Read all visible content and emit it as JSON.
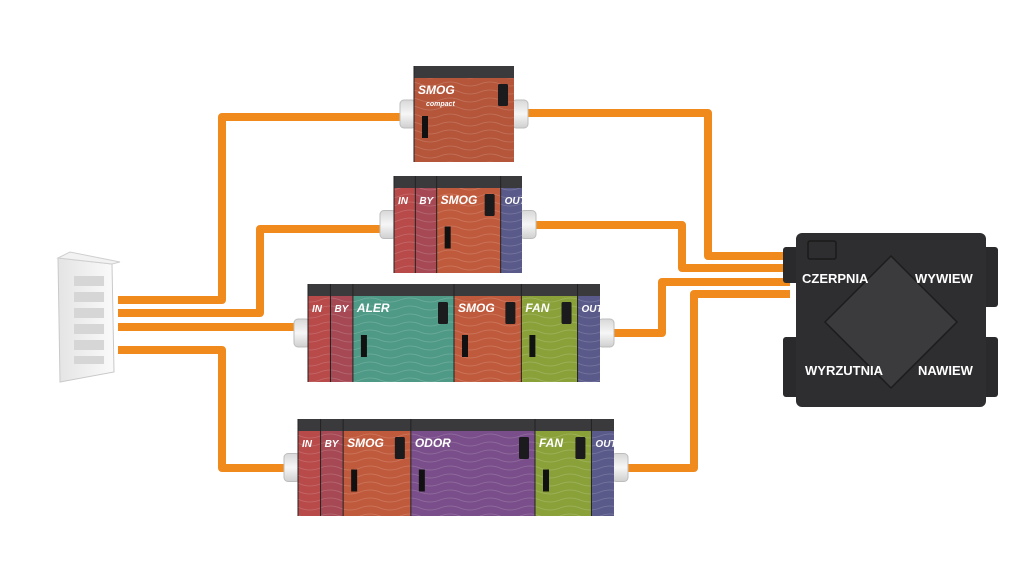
{
  "colors": {
    "duct": "#f08a1d",
    "unit_body": "#3a3a3d",
    "hru_body": "#2e2e30",
    "background": "#ffffff"
  },
  "hru": {
    "ports": {
      "czerpnia": "CZERPNIA",
      "wywiew": "WYWIEW",
      "wyrzutnia": "WYRZUTNIA",
      "nawiew": "NAWIEW"
    }
  },
  "units": [
    {
      "id": "unit-1",
      "modules": [
        {
          "label": "SMOG",
          "sub": "compact",
          "color": "#b5553a",
          "w": 3
        }
      ]
    },
    {
      "id": "unit-2",
      "modules": [
        {
          "label": "IN",
          "color": "#b84a4a",
          "w": 1
        },
        {
          "label": "BY",
          "color": "#a64955",
          "w": 1
        },
        {
          "label": "SMOG",
          "color": "#c05a3c",
          "w": 3
        },
        {
          "label": "OUT",
          "color": "#5a5a8a",
          "w": 1
        }
      ]
    },
    {
      "id": "unit-3",
      "modules": [
        {
          "label": "IN",
          "color": "#b84a4a",
          "w": 1
        },
        {
          "label": "BY",
          "color": "#a64955",
          "w": 1
        },
        {
          "label": "ALER",
          "color": "#4f9a86",
          "w": 4.5
        },
        {
          "label": "SMOG",
          "color": "#c05a3c",
          "w": 3
        },
        {
          "label": "FAN",
          "color": "#8aa13a",
          "w": 2.5
        },
        {
          "label": "OUT",
          "color": "#5a5a8a",
          "w": 1
        }
      ]
    },
    {
      "id": "unit-4",
      "modules": [
        {
          "label": "IN",
          "color": "#b84a4a",
          "w": 1
        },
        {
          "label": "BY",
          "color": "#a64955",
          "w": 1
        },
        {
          "label": "SMOG",
          "color": "#c05a3c",
          "w": 3
        },
        {
          "label": "ODOR",
          "color": "#7a4e8a",
          "w": 5.5
        },
        {
          "label": "FAN",
          "color": "#8aa13a",
          "w": 2.5
        },
        {
          "label": "OUT",
          "color": "#5a5a8a",
          "w": 1
        }
      ]
    }
  ]
}
